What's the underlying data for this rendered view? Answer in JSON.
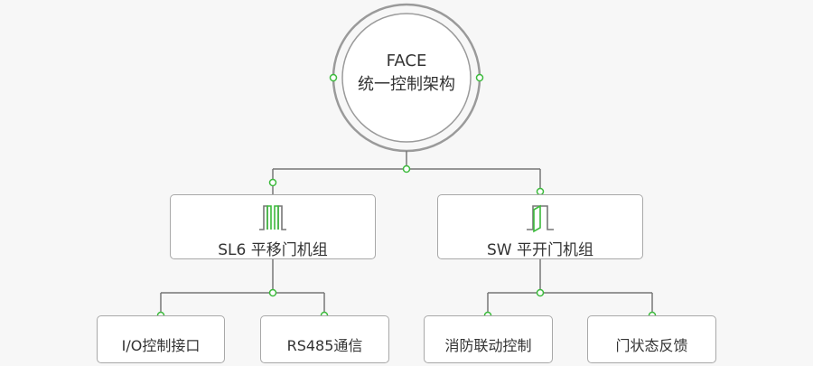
{
  "root": {
    "line1": "FACE",
    "line2": "统一控制架构"
  },
  "units": [
    {
      "label": "SL6 平移门机组",
      "icon": "sliding-door-icon"
    },
    {
      "label": "SW 平开门机组",
      "icon": "swing-door-icon"
    }
  ],
  "features": [
    {
      "label": "I/O控制接口"
    },
    {
      "label": "RS485通信"
    },
    {
      "label": "消防联动控制"
    },
    {
      "label": "门状态反馈"
    }
  ],
  "colors": {
    "line": "#777777",
    "accent": "#3cba3c",
    "box_border": "#a8a8a8"
  }
}
